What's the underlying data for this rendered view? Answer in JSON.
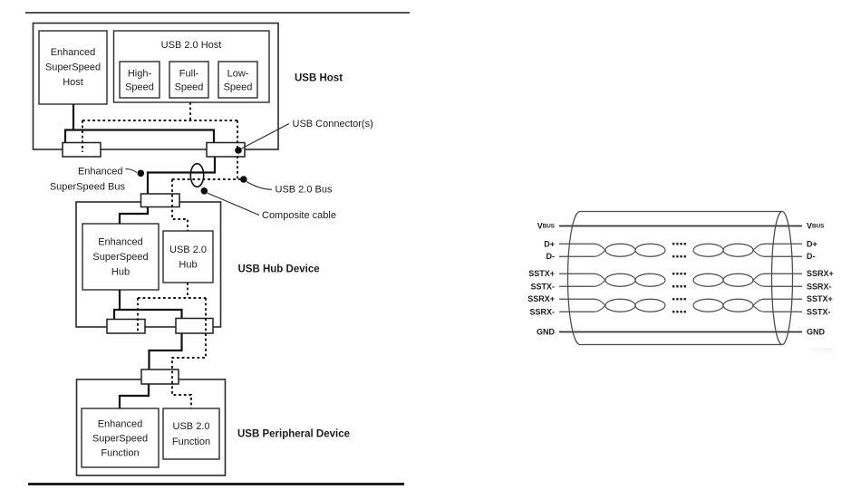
{
  "figure_left": {
    "host": {
      "ess_host_lines": [
        "Enhanced",
        "SuperSpeed",
        "Host"
      ],
      "usb2_host_title": "USB 2.0 Host",
      "speed_boxes": [
        [
          "High-",
          "Speed"
        ],
        [
          "Full-",
          "Speed"
        ],
        [
          "Low-",
          "Speed"
        ]
      ],
      "label": "USB Host"
    },
    "annotations": {
      "usb_connectors": "USB Connector(s)",
      "enhanced_bus_line1": "Enhanced",
      "enhanced_bus_line2": "SuperSpeed Bus",
      "usb2_bus": "USB 2.0 Bus",
      "composite_cable": "Composite cable"
    },
    "hub": {
      "ess_hub_lines": [
        "Enhanced",
        "SuperSpeed",
        "Hub"
      ],
      "usb2_hub_lines": [
        "USB 2.0",
        "Hub"
      ],
      "label": "USB Hub Device"
    },
    "peripheral": {
      "ess_function_lines": [
        "Enhanced",
        "SuperSpeed",
        "Function"
      ],
      "usb2_function_lines": [
        "USB 2.0",
        "Function"
      ],
      "label": "USB Peripheral Device"
    }
  },
  "figure_right": {
    "left_labels": [
      {
        "t": "V",
        "s": "BUS"
      },
      {
        "t": "D+"
      },
      {
        "t": "D-"
      },
      {
        "t": "SSTX+"
      },
      {
        "t": "SSTX-"
      },
      {
        "t": "SSRX+"
      },
      {
        "t": "SSRX-"
      },
      {
        "t": "GND"
      }
    ],
    "right_labels": [
      {
        "t": "V",
        "s": "BUS"
      },
      {
        "t": "D+"
      },
      {
        "t": "D-"
      },
      {
        "t": "SSRX+"
      },
      {
        "t": "SSRX-"
      },
      {
        "t": "SSTX+"
      },
      {
        "t": "SSTX-"
      },
      {
        "t": "GND"
      }
    ],
    "artifact": ".. ...."
  },
  "colors": {
    "background": "#ffffff",
    "ink": "#1c1c1c",
    "wire": "#4a4a4a"
  }
}
